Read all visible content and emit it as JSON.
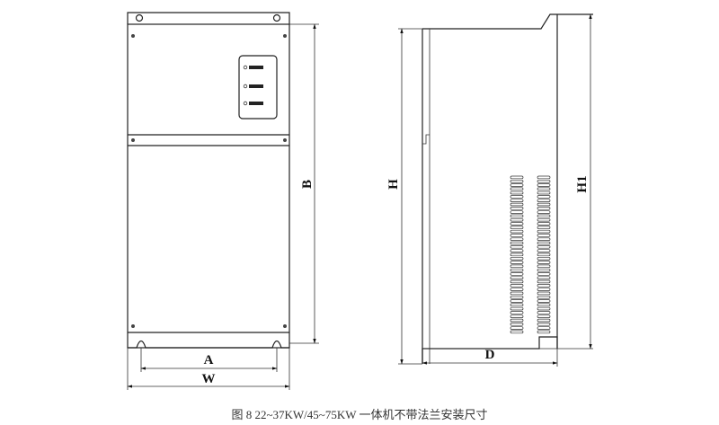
{
  "dimensions": {
    "front_height": "B",
    "mount_width": "A",
    "overall_width": "W",
    "side_height": "H",
    "side_overall_height": "H1",
    "depth": "D"
  },
  "display_panel": {
    "indicators": 3
  },
  "caption": "图 8    22~37KW/45~75KW 一体机不带法兰安装尺寸"
}
